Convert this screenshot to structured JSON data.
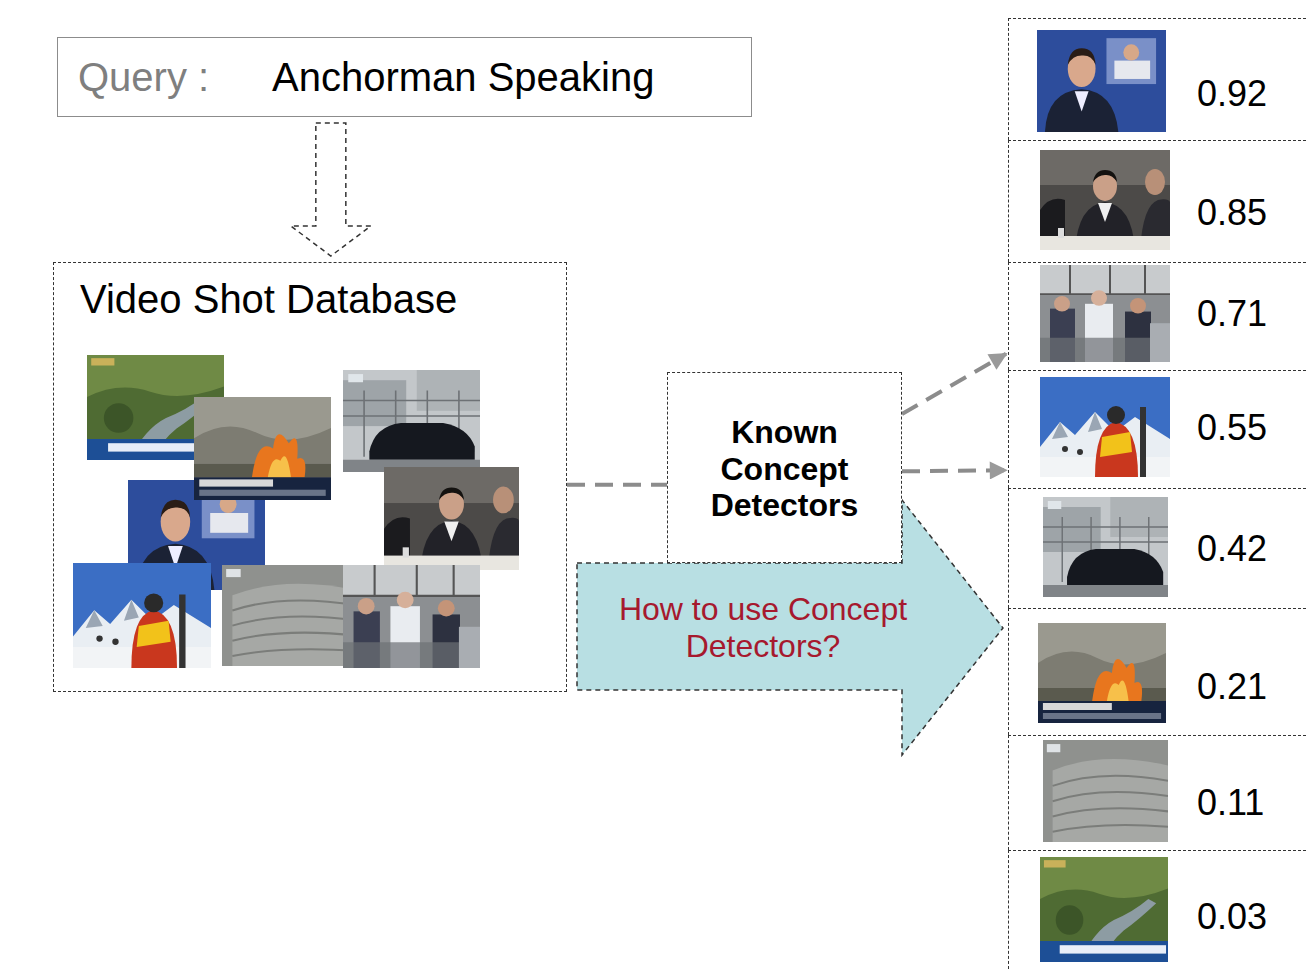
{
  "diagram": {
    "nodes": [
      {
        "text": [
          "Query :",
          "Anchorman Speaking"
        ]
      },
      {
        "text": [
          "Video Shot Database"
        ]
      },
      {
        "text": [
          "Known Concept Detectors"
        ]
      },
      {
        "text": [
          "How to use Concept Detectors?"
        ]
      },
      {
        "text": [
          "0.92"
        ]
      },
      {
        "text": [
          "0.85"
        ]
      },
      {
        "text": [
          "0.71"
        ]
      },
      {
        "text": [
          "0.55"
        ]
      },
      {
        "text": [
          "0.42"
        ]
      },
      {
        "text": [
          "0.21"
        ]
      },
      {
        "text": [
          "0.11"
        ]
      },
      {
        "text": [
          "0.03"
        ]
      }
    ],
    "edges": [
      {
        "from": 0,
        "to": 1,
        "arrow": "to"
      },
      {
        "from": 1,
        "to": 2,
        "arrow": "none"
      },
      {
        "from": 2,
        "to": 6,
        "arrow": "to"
      },
      {
        "from": 2,
        "to": 7,
        "arrow": "to"
      }
    ]
  }
}
